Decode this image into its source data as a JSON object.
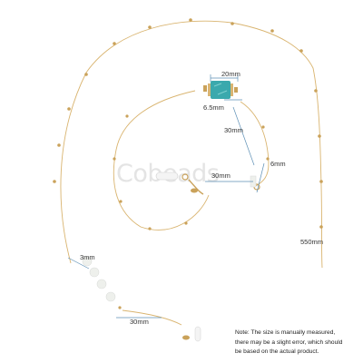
{
  "watermark": "Cobeads",
  "dimensions": {
    "chain_length": "550mm",
    "turquoise_length": "20mm",
    "turquoise_width": "6.5mm",
    "link_segment": "30mm",
    "clasp_segment": "30mm",
    "bead_size": "6mm",
    "chain_width": "3mm",
    "strand_segment": "30mm"
  },
  "note": {
    "line1": "Note: The size is manually measured,",
    "line2": "there may be a slight error, which should",
    "line3": "be based on the actual product."
  },
  "colors": {
    "chain": "#d9b46f",
    "gold": "#caa25a",
    "turquoise": "#3aa9ad",
    "dimension_line": "#5d8fb5",
    "jade": "#eef0ec"
  }
}
